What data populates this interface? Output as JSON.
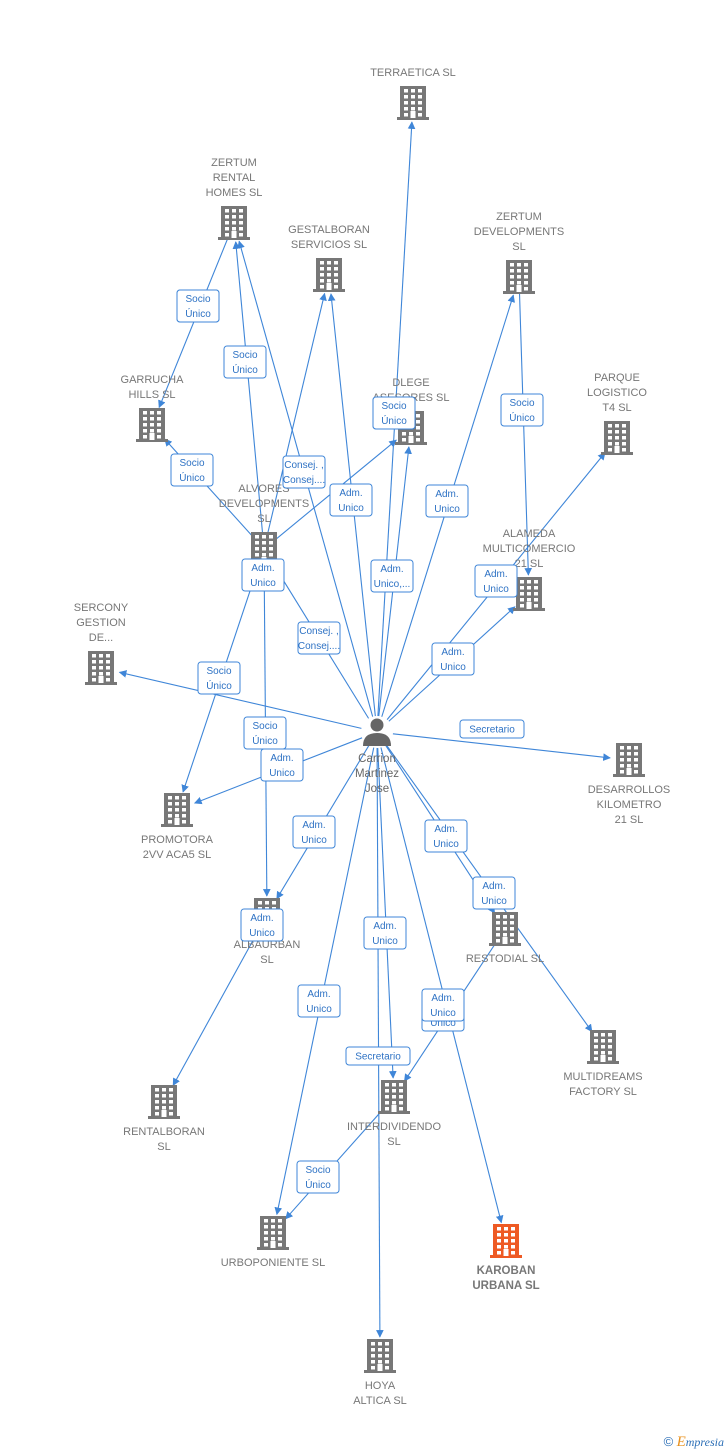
{
  "person": {
    "id": "carrion",
    "lines": [
      "Carrion",
      "Martinez",
      "Jose"
    ]
  },
  "colors": {
    "edge": "#3f86d8",
    "building": "#777777",
    "highlight": "#ee5a24",
    "text": "#777777"
  },
  "companies": [
    {
      "id": "terraetica",
      "lines": [
        "TERRAETICA SL"
      ]
    },
    {
      "id": "zertum-rental",
      "lines": [
        "ZERTUM",
        "RENTAL",
        "HOMES  SL"
      ]
    },
    {
      "id": "gestalboran",
      "lines": [
        "GESTALBORAN",
        "SERVICIOS  SL"
      ]
    },
    {
      "id": "zertum-dev",
      "lines": [
        "ZERTUM",
        "DEVELOPMENTS",
        "SL"
      ]
    },
    {
      "id": "garrucha",
      "lines": [
        "GARRUCHA",
        "HILLS  SL"
      ]
    },
    {
      "id": "dlege",
      "lines": [
        "DLEGE",
        "ASESORES  SL"
      ]
    },
    {
      "id": "parque",
      "lines": [
        "PARQUE",
        "LOGISTICO",
        "T4  SL"
      ]
    },
    {
      "id": "alvores",
      "lines": [
        "ALVORES",
        "DEVELOPMENTS",
        "SL"
      ]
    },
    {
      "id": "alameda",
      "lines": [
        "ALAMEDA",
        "MULTICOMERCIO",
        "21  SL"
      ]
    },
    {
      "id": "sercony",
      "lines": [
        "SERCONY",
        "GESTION",
        "DE..."
      ]
    },
    {
      "id": "desarrollos",
      "lines": [
        "DESARROLLOS",
        "KILOMETRO",
        "21 SL"
      ]
    },
    {
      "id": "promotora",
      "lines": [
        "PROMOTORA",
        "2VV ACA5  SL"
      ]
    },
    {
      "id": "albaurban",
      "lines": [
        "ALBAURBAN",
        "SL"
      ]
    },
    {
      "id": "restodial",
      "lines": [
        "RESTODIAL  SL"
      ]
    },
    {
      "id": "multidreams",
      "lines": [
        "MULTIDREAMS",
        "FACTORY  SL"
      ]
    },
    {
      "id": "rentalboran",
      "lines": [
        "RENTALBORAN",
        "SL"
      ]
    },
    {
      "id": "interdividendo",
      "lines": [
        "INTERDIVIDENDO",
        "SL"
      ]
    },
    {
      "id": "urboponiente",
      "lines": [
        "URBOPONIENTE SL"
      ]
    },
    {
      "id": "karoban",
      "lines": [
        "KAROBAN",
        "URBANA  SL"
      ],
      "highlight": true
    },
    {
      "id": "hoya",
      "lines": [
        "HOYA",
        "ALTICA SL"
      ]
    }
  ],
  "edges": [
    {
      "from": "carrion",
      "to": "terraetica",
      "label": [
        "Socio",
        "Único"
      ]
    },
    {
      "from": "carrion",
      "to": "zertum-rental",
      "label": [
        "Socio",
        "Único"
      ]
    },
    {
      "from": "alvores",
      "to": "zertum-rental",
      "label": [
        "Socio",
        "Único"
      ]
    },
    {
      "from": "zertum-rental",
      "to": "garrucha",
      "label": [
        "Socio",
        "Único"
      ]
    },
    {
      "from": "alvores",
      "to": "gestalboran",
      "label": [
        "Consej. ,",
        "Consej...."
      ]
    },
    {
      "from": "carrion",
      "to": "gestalboran",
      "label": [
        "Adm.",
        "Unico"
      ]
    },
    {
      "from": "alvores",
      "to": "dlege",
      "label": [
        "Socio",
        "Único"
      ]
    },
    {
      "from": "carrion",
      "to": "dlege",
      "label": [
        "Adm.",
        "Unico,..."
      ]
    },
    {
      "from": "carrion",
      "to": "zertum-dev",
      "label": [
        "Adm.",
        "Unico"
      ]
    },
    {
      "from": "zertum-dev",
      "to": "alameda",
      "label": [
        "Socio",
        "Único"
      ]
    },
    {
      "from": "carrion",
      "to": "parque",
      "label": [
        "Adm.",
        "Unico"
      ]
    },
    {
      "from": "carrion",
      "to": "alameda",
      "label": [
        "Adm.",
        "Unico"
      ]
    },
    {
      "from": "alvores",
      "to": "garrucha",
      "label": [
        "Socio",
        "Único"
      ]
    },
    {
      "from": "carrion",
      "to": "alvores",
      "label": [
        "Consej. ,",
        "Consej...."
      ]
    },
    {
      "from": "alvores",
      "to": "promotora",
      "label": [
        "Adm.",
        "Unico"
      ]
    },
    {
      "from": "carrion",
      "to": "sercony",
      "label": [
        "Socio",
        "Único"
      ]
    },
    {
      "from": "carrion",
      "to": "promotora",
      "label": [
        "Adm.",
        "Unico"
      ]
    },
    {
      "from": "alvores",
      "to": "albaurban",
      "label": [
        "Socio",
        "Único"
      ]
    },
    {
      "from": "carrion",
      "to": "albaurban",
      "label": [
        "Adm.",
        "Unico"
      ]
    },
    {
      "from": "carrion",
      "to": "desarrollos",
      "label": [
        "Secretario"
      ]
    },
    {
      "from": "carrion",
      "to": "restodial",
      "label": [
        "Adm.",
        "Unico"
      ]
    },
    {
      "from": "carrion",
      "to": "multidreams",
      "label": [
        "Adm.",
        "Unico"
      ]
    },
    {
      "from": "albaurban",
      "to": "rentalboran",
      "label": [
        "Adm.",
        "Unico"
      ]
    },
    {
      "from": "carrion",
      "to": "interdividendo",
      "label": [
        "Adm.",
        "Unico"
      ]
    },
    {
      "from": "restodial",
      "to": "interdividendo",
      "label": [
        "Adm.",
        "Unico"
      ]
    },
    {
      "from": "carrion",
      "to": "urboponiente",
      "label": [
        "Adm.",
        "Unico"
      ]
    },
    {
      "from": "interdividendo",
      "to": "urboponiente",
      "label": [
        "Socio",
        "Único"
      ]
    },
    {
      "from": "carrion",
      "to": "karoban",
      "label": [
        "Adm.",
        "Unico"
      ]
    },
    {
      "from": "carrion",
      "to": "hoya",
      "label": [
        "Secretario"
      ]
    }
  ],
  "footer": {
    "copyright": "©",
    "brand_initial": "E",
    "brand_rest": "mpresia"
  }
}
